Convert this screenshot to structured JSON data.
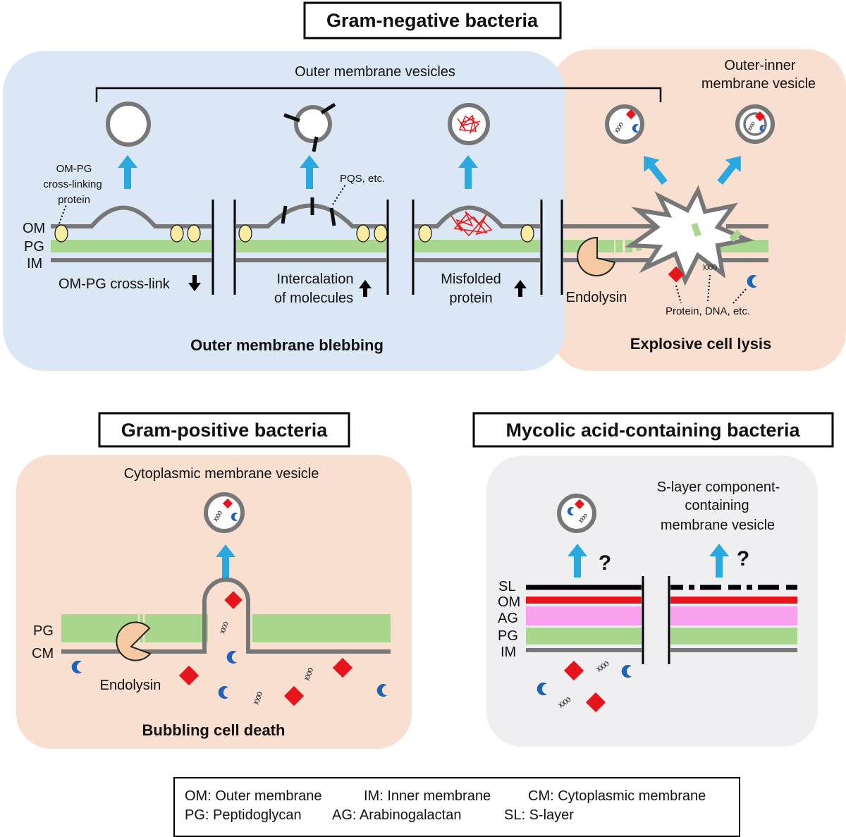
{
  "titles": {
    "gram_negative": "Gram-negative bacteria",
    "gram_positive": "Gram-positive bacteria",
    "mycolic": "Mycolic acid-containing bacteria"
  },
  "gram_negative": {
    "omv_label": "Outer membrane vesicles",
    "oimv_label_lines": [
      "Outer-inner",
      "membrane vesicle"
    ],
    "cross_link_protein_lines": [
      "OM-PG",
      "cross-linking",
      "protein"
    ],
    "layers": {
      "om": "OM",
      "pg": "PG",
      "im": "IM"
    },
    "mechanisms": [
      {
        "lines": [
          "OM-PG cross-link"
        ],
        "arrow": "down"
      },
      {
        "lines": [
          "Intercalation",
          "of molecules"
        ],
        "arrow": "up"
      },
      {
        "lines": [
          "Misfolded",
          "protein"
        ],
        "arrow": "up"
      }
    ],
    "pqs_label": "PQS, etc.",
    "endolysin": "Endolysin",
    "cargo_label": "Protein, DNA, etc.",
    "blebbing_label": "Outer membrane blebbing",
    "lysis_label": "Explosive cell lysis"
  },
  "gram_positive": {
    "vesicle_label": "Cytoplasmic membrane vesicle",
    "layers": {
      "pg": "PG",
      "cm": "CM"
    },
    "endolysin": "Endolysin",
    "death_label": "Bubbling cell death"
  },
  "mycolic": {
    "vesicle_label_lines": [
      "S-layer component-",
      "containing",
      "membrane vesicle"
    ],
    "unknown_mark": "?",
    "layers": {
      "sl": "SL",
      "om": "OM",
      "ag": "AG",
      "pg": "PG",
      "im": "IM"
    }
  },
  "legend": {
    "row1": [
      "OM: Outer membrane",
      "IM: Inner membrane",
      "CM: Cytoplasmic membrane"
    ],
    "row2": [
      "PG: Peptidoglycan",
      "AG: Arabinogalactan",
      "SL: S-layer"
    ]
  },
  "colors": {
    "gram_negative_bg": "#dbe7f4",
    "lysis_bg": "#f9dfcf",
    "gram_positive_bg": "#f9dfcf",
    "mycolic_bg": "#efeff1",
    "membrane": "#777777",
    "peptidoglycan": "#a8d68c",
    "arrow": "#2aa8e0",
    "protein": "#e8141c",
    "dna": "#333333",
    "other_cargo": "#1f63b7",
    "endolysin": "#f5c9a4",
    "cross_link_protein": "#f7eca0",
    "misfolded_protein": "#e31c1c",
    "outer_membrane_red": "#e8141c",
    "arabinogalactan": "#f7a1ef",
    "s_layer": "#000000"
  },
  "icons": [
    "up-arrow",
    "down-arrow",
    "vesicle",
    "endolysin",
    "protein-diamond",
    "dna-helix",
    "crescent-molecule",
    "explosion-burst"
  ]
}
